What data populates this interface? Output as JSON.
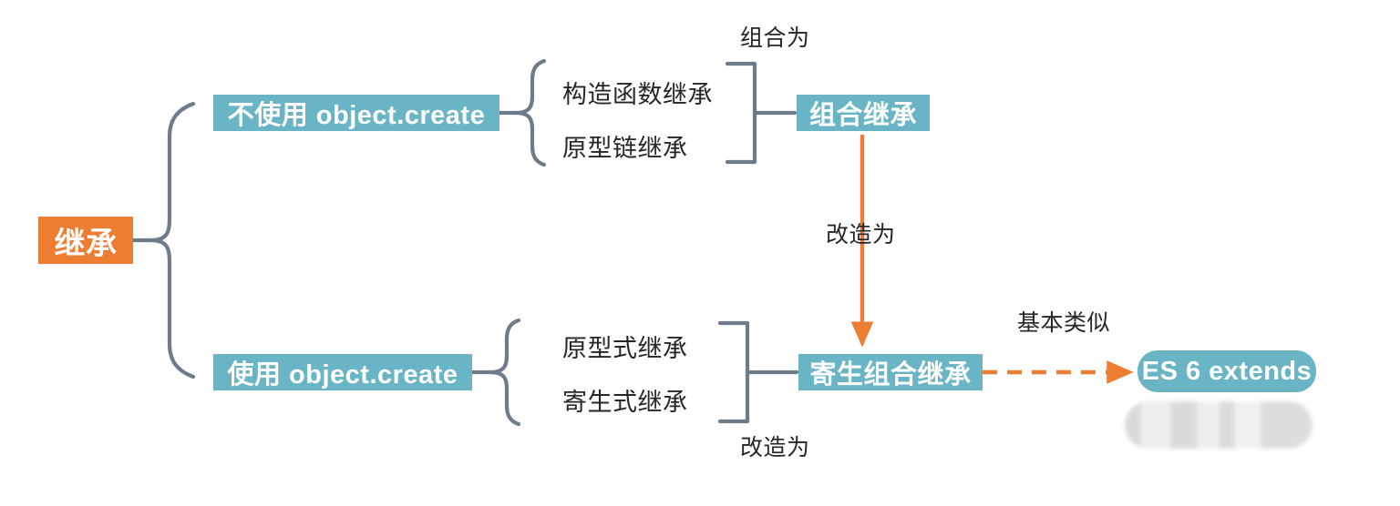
{
  "diagram": {
    "title_node": {
      "label": "继承",
      "color": "#ed7d31"
    },
    "accent_teal": "#69b5c6",
    "accent_orange": "#ed7d31",
    "brace_color": "#6d7b8a",
    "branches": [
      {
        "label": "不使用 object.create",
        "leaves": [
          "构造函数继承",
          "原型链继承"
        ],
        "result": "组合继承",
        "result_edge_label": "组合为"
      },
      {
        "label": "使用 object.create",
        "leaves": [
          "原型式继承",
          "寄生式继承"
        ],
        "result": "寄生组合继承",
        "result_edge_label": "改造为"
      }
    ],
    "transform_label": "改造为",
    "similar_label": "基本类似",
    "final_node": "ES 6 extends"
  }
}
